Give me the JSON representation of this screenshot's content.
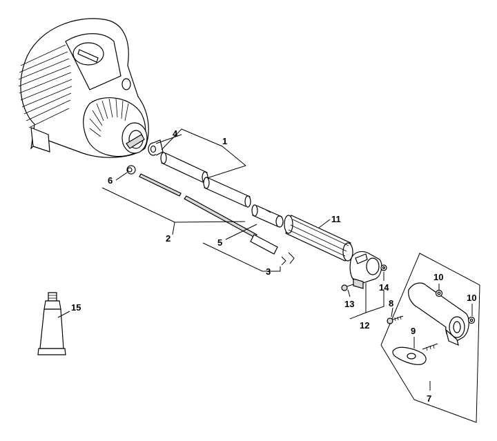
{
  "callouts": {
    "c1": "1",
    "c2": "2",
    "c3": "3",
    "c4": "4",
    "c5": "5",
    "c6": "6",
    "c7": "7",
    "c8": "8",
    "c9": "9",
    "c10a": "10",
    "c10b": "10",
    "c11": "11",
    "c12": "12",
    "c13": "13",
    "c14": "14",
    "c15": "15"
  }
}
